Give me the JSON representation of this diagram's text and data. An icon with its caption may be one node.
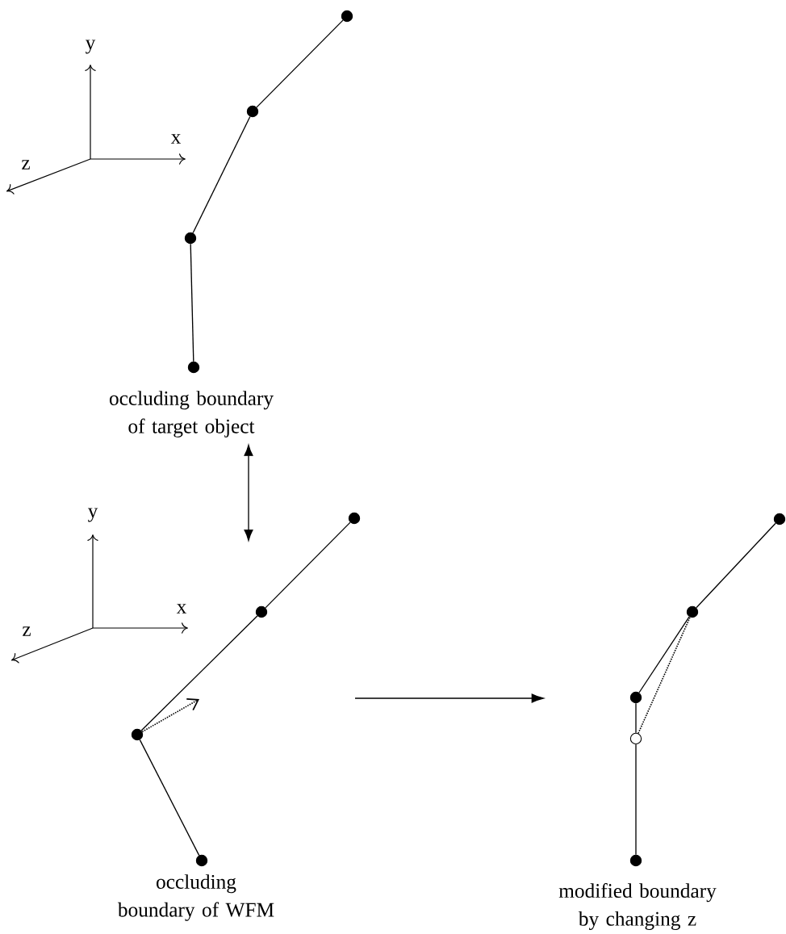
{
  "diagram": {
    "nodes": [
      {
        "text": [
          "occluding boundary of target object"
        ]
      },
      {
        "text": [],
        "shape": "circle"
      },
      {
        "text": [],
        "shape": "circle"
      },
      {
        "text": [],
        "shape": "circle"
      },
      {
        "text": [],
        "shape": "circle"
      },
      {
        "text": [
          "occluding boundary of WFM"
        ]
      },
      {
        "text": [],
        "shape": "circle"
      },
      {
        "text": [],
        "shape": "circle"
      },
      {
        "text": [],
        "shape": "circle"
      },
      {
        "text": [],
        "shape": "circle"
      },
      {
        "text": [
          "modified boundary by changing z"
        ]
      },
      {
        "text": [],
        "shape": "circle"
      },
      {
        "text": [],
        "shape": "circle"
      },
      {
        "text": [],
        "shape": "circle"
      },
      {
        "text": [],
        "shape": "circle"
      },
      {
        "text": [],
        "shape": "circle"
      }
    ],
    "edges": [
      {
        "from": 1,
        "to": 2,
        "arrow": "none"
      },
      {
        "from": 2,
        "to": 3,
        "arrow": "none"
      },
      {
        "from": 3,
        "to": 4,
        "arrow": "none"
      },
      {
        "from": 0,
        "to": null,
        "arrow": "both"
      },
      {
        "from": 6,
        "to": 7,
        "arrow": "none"
      },
      {
        "from": 7,
        "to": 8,
        "arrow": "none"
      },
      {
        "from": 8,
        "to": 9,
        "arrow": "none"
      },
      {
        "from": 8,
        "to": null,
        "arrow": "to",
        "style": "dashed"
      },
      {
        "from": 11,
        "to": 12,
        "arrow": "none"
      },
      {
        "from": 12,
        "to": 13,
        "arrow": "none"
      },
      {
        "from": 13,
        "to": 14,
        "arrow": "none"
      },
      {
        "from": 14,
        "to": 15,
        "arrow": "none"
      },
      {
        "from": 14,
        "to": 12,
        "arrow": "none",
        "style": "dashed"
      }
    ],
    "labels": [
      "y",
      "x",
      "z",
      "y",
      "x",
      "z"
    ]
  }
}
